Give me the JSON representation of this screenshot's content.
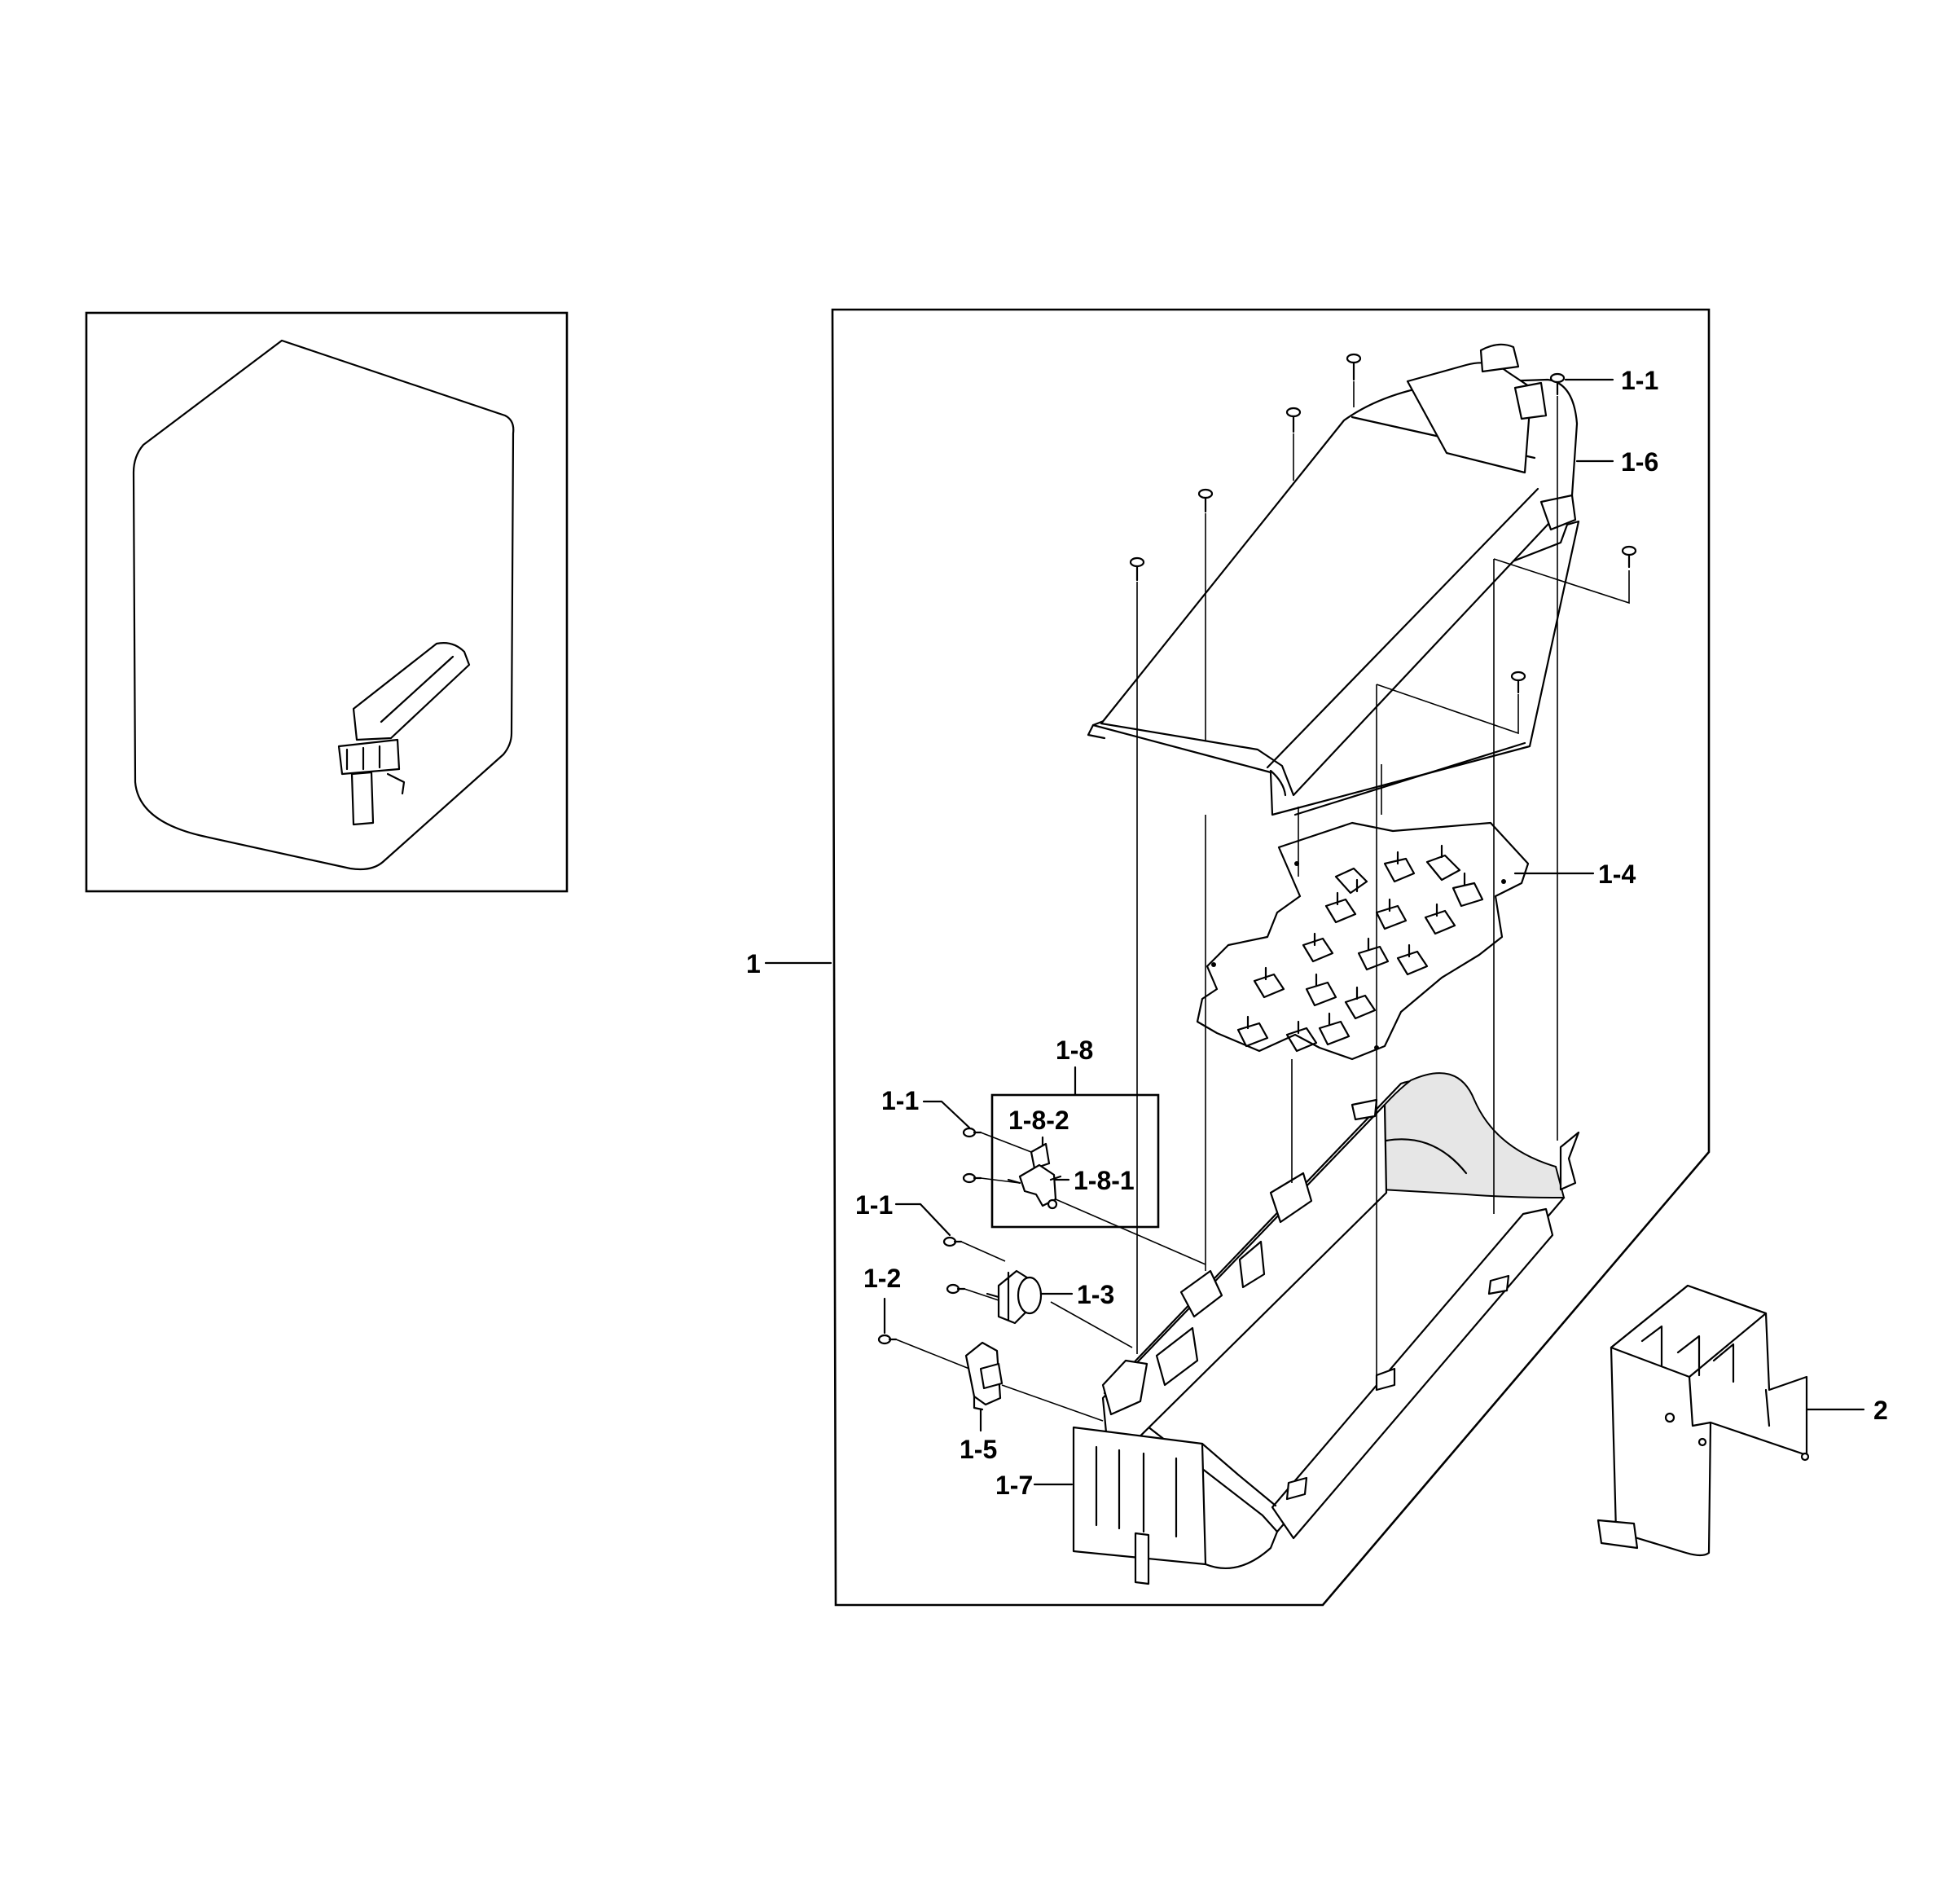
{
  "labels": {
    "assy": "1",
    "screw_top": "1-1",
    "cover": "1-6",
    "coil_plate": "1-4",
    "sub_assy": "1-8",
    "screw_left_a": "1-1",
    "part_1_8_2": "1-8-2",
    "part_1_8_1": "1-8-1",
    "screw_left_b": "1-1",
    "thermostat": "1-3",
    "screw_1_2": "1-2",
    "part_1_5": "1-5",
    "housing": "1-7",
    "bracket": "2"
  }
}
